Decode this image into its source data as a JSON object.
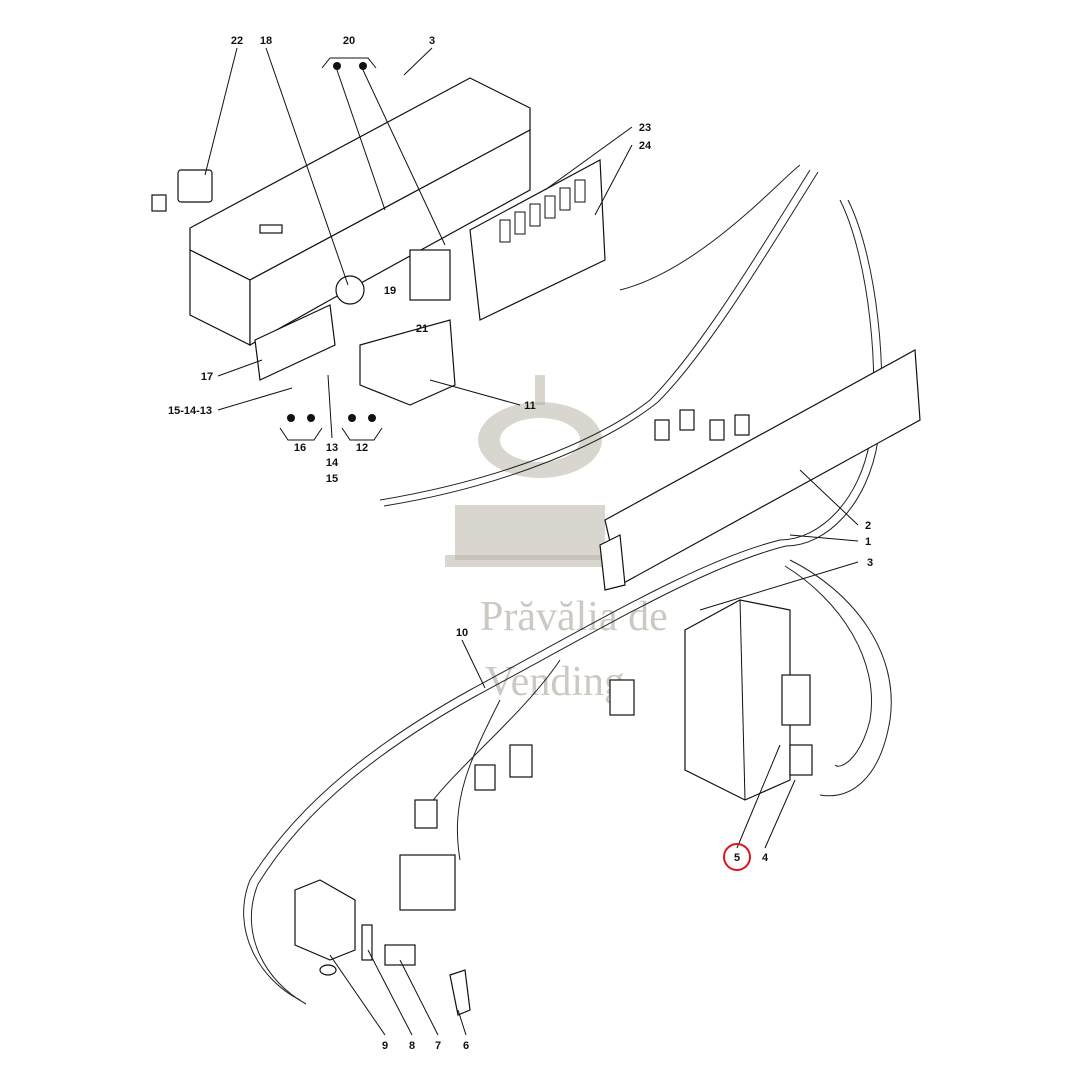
{
  "watermark": {
    "line1": "Prăvălia de",
    "line2": "Vending"
  },
  "highlight_color": "#e0141e",
  "labels": {
    "p22": "22",
    "p18": "18",
    "p20": "20",
    "p3a": "3",
    "p23": "23",
    "p24": "24",
    "p19": "19",
    "p21": "21",
    "p17": "17",
    "p151413": "15-14-13",
    "p16": "16",
    "p13": "13",
    "p14": "14",
    "p15": "15",
    "p12": "12",
    "p11": "11",
    "p2": "2",
    "p1": "1",
    "p3b": "3",
    "p10": "10",
    "p5": "5",
    "p4": "4",
    "p9": "9",
    "p8": "8",
    "p7": "7",
    "p6": "6"
  }
}
